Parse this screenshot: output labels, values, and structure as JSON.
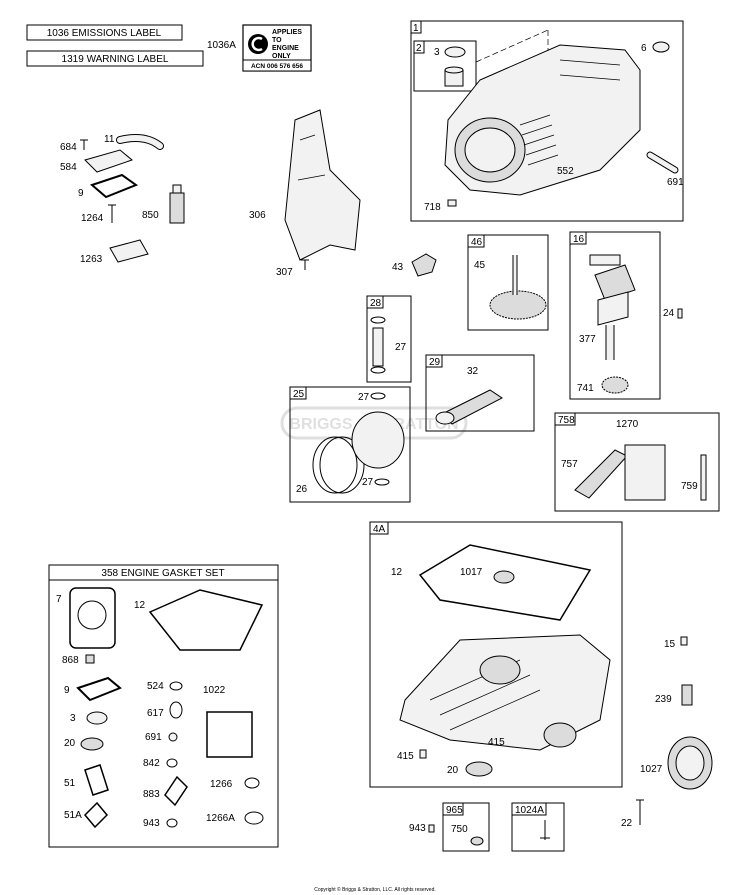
{
  "labels_box": {
    "emissions": "1036 EMISSIONS LABEL",
    "warning": "1319 WARNING LABEL",
    "label_1036a": "1036A"
  },
  "emission_tag": {
    "line1": "APPLIES",
    "line2": "TO",
    "line3": "ENGINE",
    "line4": "ONLY",
    "acn": "ACN 006 576 656"
  },
  "parts": [
    {
      "id": "p1",
      "text": "1"
    },
    {
      "id": "p2",
      "text": "2"
    },
    {
      "id": "p3",
      "text": "3"
    },
    {
      "id": "p6",
      "text": "6"
    },
    {
      "id": "p552",
      "text": "552"
    },
    {
      "id": "p691a",
      "text": "691"
    },
    {
      "id": "p718",
      "text": "718"
    },
    {
      "id": "p684",
      "text": "684"
    },
    {
      "id": "p11",
      "text": "11"
    },
    {
      "id": "p584",
      "text": "584"
    },
    {
      "id": "p9a",
      "text": "9"
    },
    {
      "id": "p1264",
      "text": "1264"
    },
    {
      "id": "p850",
      "text": "850"
    },
    {
      "id": "p1263",
      "text": "1263"
    },
    {
      "id": "p306",
      "text": "306"
    },
    {
      "id": "p307",
      "text": "307"
    },
    {
      "id": "p43",
      "text": "43"
    },
    {
      "id": "p46",
      "text": "46"
    },
    {
      "id": "p45",
      "text": "45"
    },
    {
      "id": "p16",
      "text": "16"
    },
    {
      "id": "p24",
      "text": "24"
    },
    {
      "id": "p377",
      "text": "377"
    },
    {
      "id": "p741",
      "text": "741"
    },
    {
      "id": "p28",
      "text": "28"
    },
    {
      "id": "p27a",
      "text": "27"
    },
    {
      "id": "p29",
      "text": "29"
    },
    {
      "id": "p32",
      "text": "32"
    },
    {
      "id": "p25",
      "text": "25"
    },
    {
      "id": "p27b",
      "text": "27"
    },
    {
      "id": "p26",
      "text": "26"
    },
    {
      "id": "p27c",
      "text": "27"
    },
    {
      "id": "p758",
      "text": "758"
    },
    {
      "id": "p1270",
      "text": "1270"
    },
    {
      "id": "p757",
      "text": "757"
    },
    {
      "id": "p759",
      "text": "759"
    },
    {
      "id": "p4a",
      "text": "4A"
    },
    {
      "id": "p12a",
      "text": "12"
    },
    {
      "id": "p1017",
      "text": "1017"
    },
    {
      "id": "p15",
      "text": "15"
    },
    {
      "id": "p239",
      "text": "239"
    },
    {
      "id": "p415a",
      "text": "415"
    },
    {
      "id": "p415b",
      "text": "415"
    },
    {
      "id": "p20a",
      "text": "20"
    },
    {
      "id": "p1027",
      "text": "1027"
    },
    {
      "id": "p965",
      "text": "965"
    },
    {
      "id": "p1024a",
      "text": "1024A"
    },
    {
      "id": "p750",
      "text": "750"
    },
    {
      "id": "p943a",
      "text": "943"
    },
    {
      "id": "p22",
      "text": "22"
    },
    {
      "id": "p7",
      "text": "7"
    },
    {
      "id": "p12b",
      "text": "12"
    },
    {
      "id": "p868",
      "text": "868"
    },
    {
      "id": "p9b",
      "text": "9"
    },
    {
      "id": "p524",
      "text": "524"
    },
    {
      "id": "p1022",
      "text": "1022"
    },
    {
      "id": "p3b",
      "text": "3"
    },
    {
      "id": "p617",
      "text": "617"
    },
    {
      "id": "p20b",
      "text": "20"
    },
    {
      "id": "p691b",
      "text": "691"
    },
    {
      "id": "p51",
      "text": "51"
    },
    {
      "id": "p842",
      "text": "842"
    },
    {
      "id": "p1266",
      "text": "1266"
    },
    {
      "id": "p883",
      "text": "883"
    },
    {
      "id": "p51a",
      "text": "51A"
    },
    {
      "id": "p943b",
      "text": "943"
    },
    {
      "id": "p1266a",
      "text": "1266A"
    }
  ],
  "gasket_set_title": "358 ENGINE GASKET SET",
  "watermark": "BRIGGS & STRATTON",
  "copyright": "Copyright © Briggs & Stratton, LLC. All rights reserved."
}
